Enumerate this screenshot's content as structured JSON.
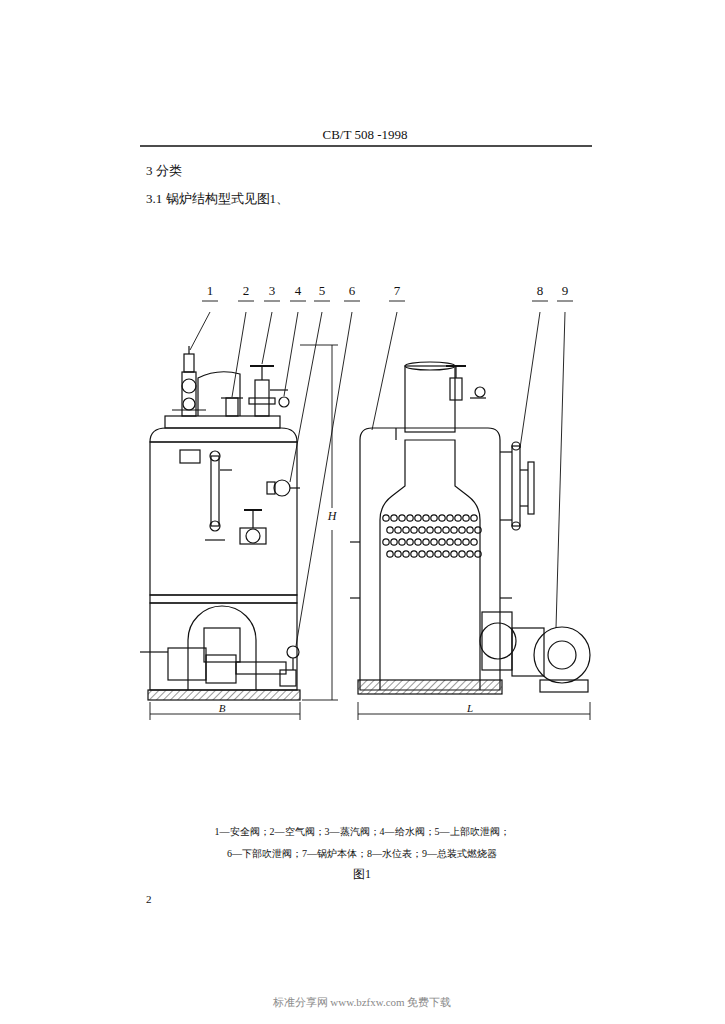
{
  "diagram": {
    "caption": "图1",
    "labels": [
      "CB/T 508 -1998",
      "3 分类",
      "3.1 锅炉结构型式见图1、",
      "1",
      "2",
      "3",
      "4",
      "5",
      "6",
      "7",
      "8",
      "9",
      "H",
      "B",
      "L",
      "1—安全阀；2—空气阀；3—蒸汽阀；4—给水阀；5—上部吹泄阀；",
      "6—下部吹泄阀；7—锅炉本体；8—水位表；9—总装式燃烧器",
      "2",
      "标准分享网 www.bzfxw.com 免费下载"
    ]
  }
}
